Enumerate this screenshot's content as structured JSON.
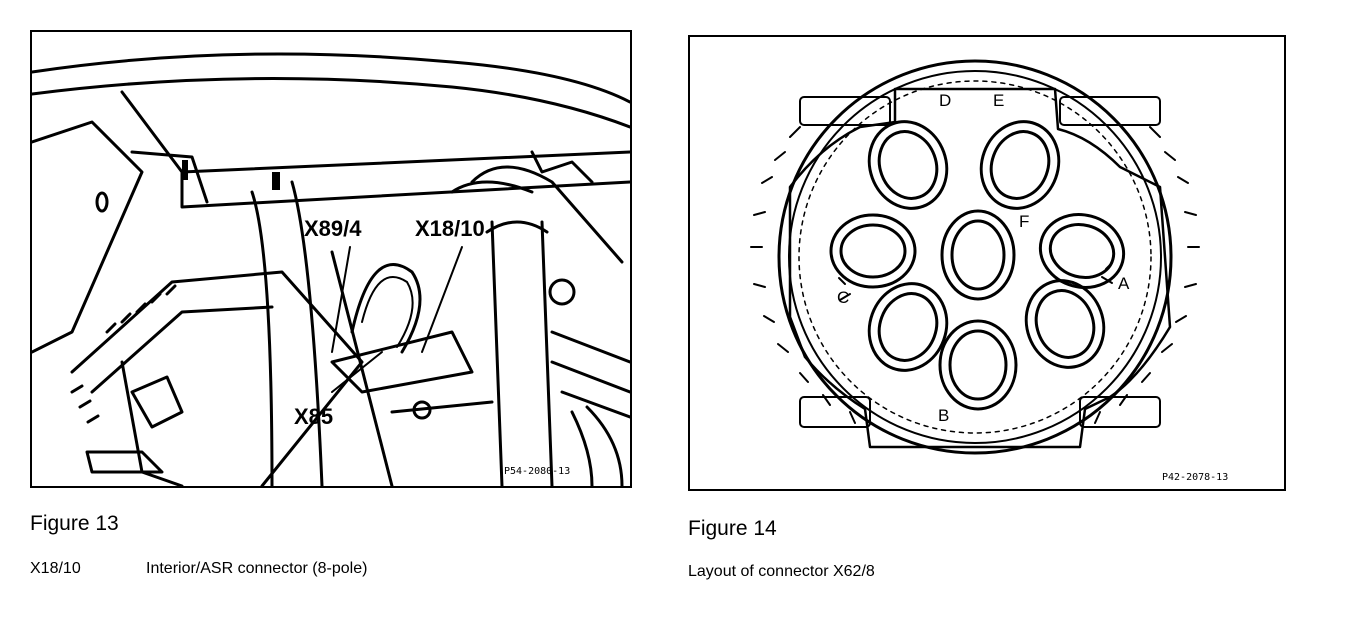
{
  "figure13": {
    "title": "Figure 13",
    "callouts": {
      "x89_4": "X89/4",
      "x18_10": "X18/10",
      "x85": "X85"
    },
    "ref_code": "P54-2080-13",
    "legend": {
      "code": "X18/10",
      "description": "Interior/ASR connector (8-pole)"
    }
  },
  "figure14": {
    "title": "Figure 14",
    "pin_labels": {
      "a": "A",
      "b": "B",
      "c": "C",
      "d": "D",
      "e": "E",
      "f": "F"
    },
    "ref_code": "P42-2078-13",
    "caption": "Layout of connector X62/8"
  }
}
